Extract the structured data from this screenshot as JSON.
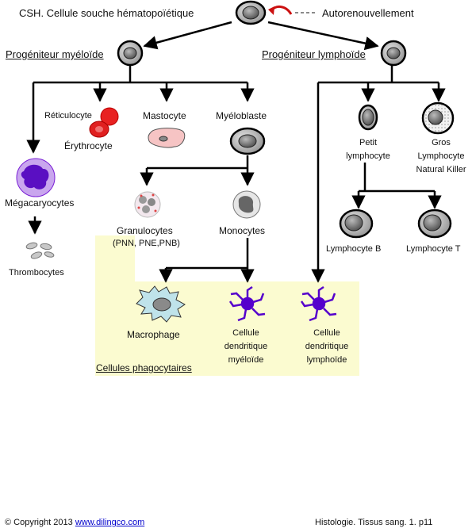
{
  "diagram": {
    "csh_label": "CSH. Cellule souche hématopoïétique",
    "self_renewal_label": "Autorenouvellement",
    "myeloid_progenitor": "Progéniteur myéloïde",
    "lymphoid_progenitor": "Progéniteur lymphoïde",
    "reticulocyte": "Réticulocyte",
    "erythrocyte": "Érythrocyte",
    "mastocyte": "Mastocyte",
    "myeloblaste": "Myéloblaste",
    "megakaryocytes": "Mégacaryocytes",
    "thrombocytes": "Thrombocytes",
    "granulocytes": "Granulocytes",
    "granulocytes_types": "(PNN, PNE,PNB)",
    "monocytes": "Monocytes",
    "macrophage": "Macrophage",
    "myeloid_dc": [
      "Cellule",
      "dendritique",
      "myéloïde"
    ],
    "lymphoid_dc": [
      "Cellule",
      "dendritique",
      "lymphoïde"
    ],
    "phagocytic_cells": "Cellules phagocytaires",
    "small_lymphocyte": [
      "Petit",
      "lymphocyte"
    ],
    "large_lymphocyte": [
      "Gros",
      "Lymphocyte",
      "Natural Killer"
    ],
    "lymphocyte_b": "Lymphocyte B",
    "lymphocyte_t": "Lymphocyte T"
  },
  "footer": {
    "copyright": "© Copyright 2013",
    "site_link": "www.dilingco.com",
    "reference": "Histologie. Tissus sang. 1.  p11"
  },
  "colors": {
    "highlight": "#fbfbd0",
    "dc_purple": "#5500cc",
    "megakaryocyte": "#7a1fd6",
    "erythrocyte": "#e02020",
    "mastocyte": "#f6c4c4",
    "macrophage": "#bfe3ea",
    "cell_gray": "#bdbdbd"
  }
}
